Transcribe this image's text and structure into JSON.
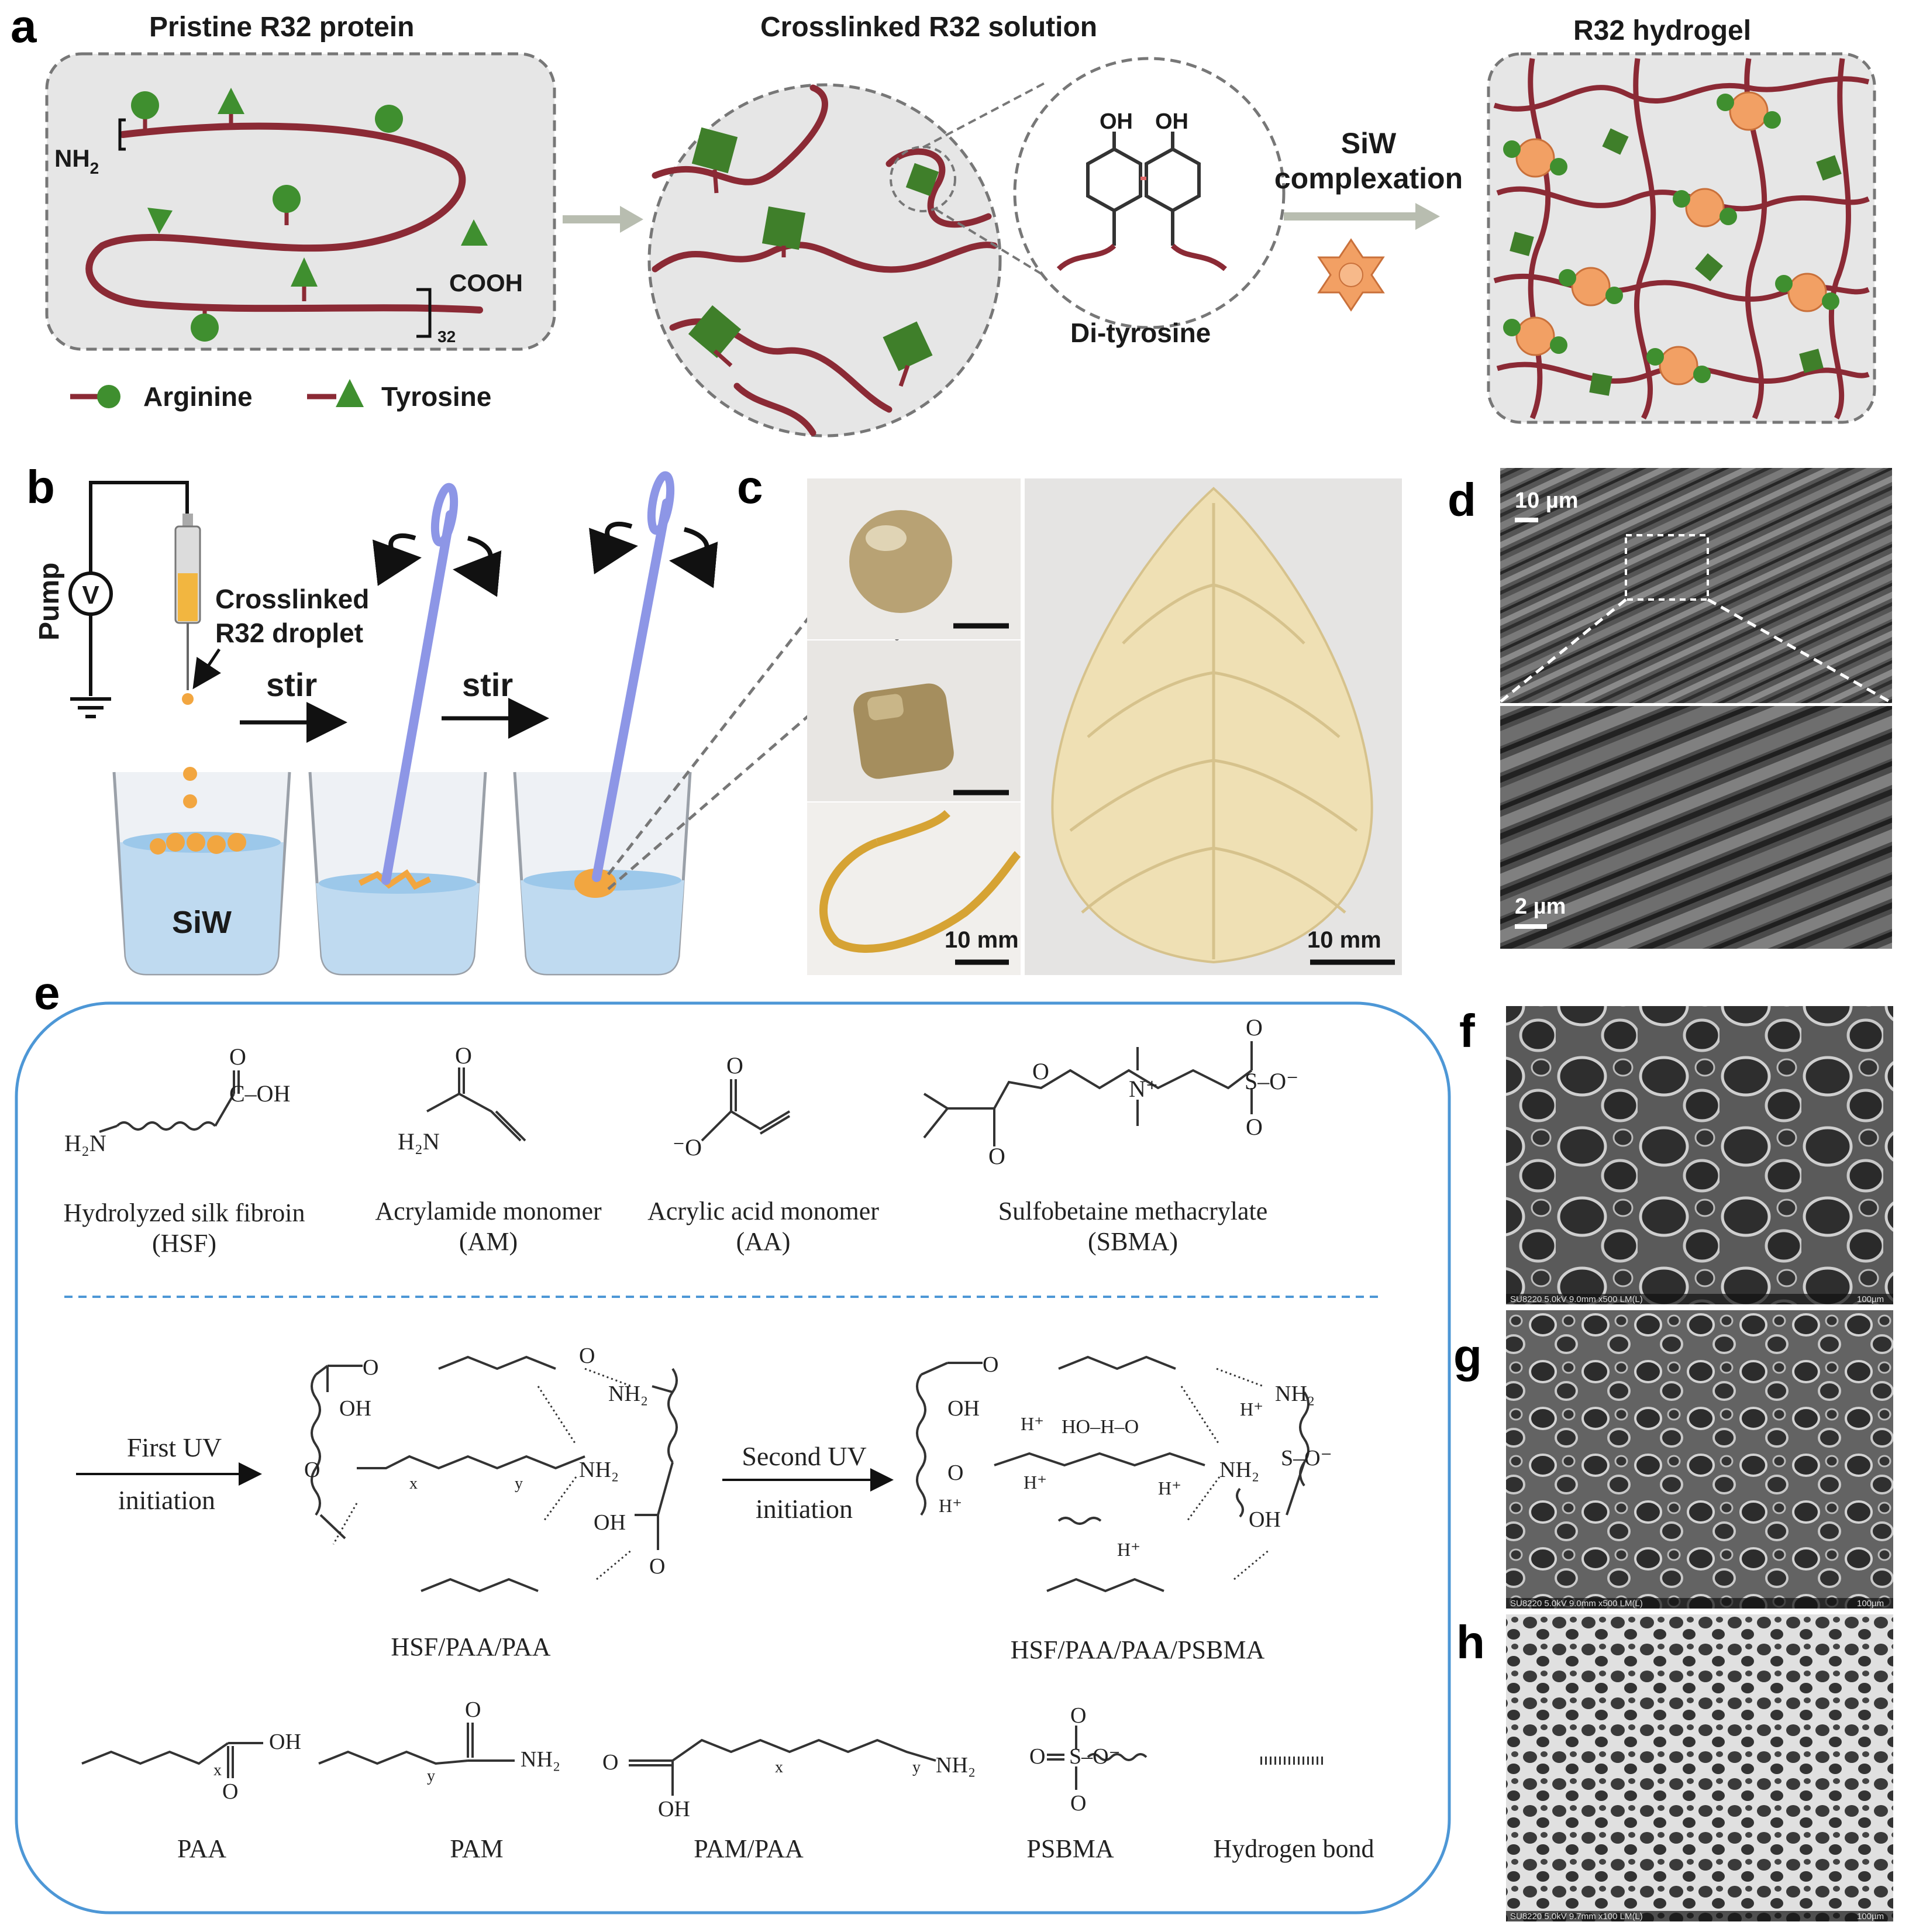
{
  "panels": {
    "a": "a",
    "b": "b",
    "c": "c",
    "d": "d",
    "e": "e",
    "f": "f",
    "g": "g",
    "h": "h"
  },
  "panel_a": {
    "title_pristine": "Pristine R32 protein",
    "title_crosslinked": "Crosslinked R32 solution",
    "title_hydrogel": "R32 hydrogel",
    "nh2": "NH",
    "nh2_sub": "2",
    "cooh": "COOH",
    "repeat_sub": "32",
    "legend_arginine": "Arginine",
    "legend_tyrosine": "Tyrosine",
    "oh_left": "OH",
    "oh_right": "OH",
    "dityrosine": "Di-tyrosine",
    "siw_line1": "SiW",
    "siw_line2": "complexation"
  },
  "panel_b": {
    "pump": "Pump",
    "voltage": "V",
    "droplet_line1": "Crosslinked",
    "droplet_line2": "R32 droplet",
    "stir1": "stir",
    "stir2": "stir",
    "siw": "SiW"
  },
  "panel_c": {
    "scale_left": "10 mm",
    "scale_right": "10 mm"
  },
  "panel_d": {
    "scale_top": "10 µm",
    "scale_bottom": "2 µm"
  },
  "panel_e": {
    "hsf_oh": "C–OH",
    "hsf_o": "O",
    "hsf_h2n": "H₂N",
    "am_o": "O",
    "am_h2n": "H₂N",
    "aa_o": "O",
    "aa_o_minus": "⁻O",
    "sbma_o1": "O",
    "sbma_o2": "O",
    "sbma_o3": "O",
    "sbma_o4": "O",
    "sbma_n": "N⁺",
    "sbma_s": "S–O⁻",
    "name_hsf_1": "Hydrolyzed silk fibroin",
    "name_hsf_2": "(HSF)",
    "name_am_1": "Acrylamide monomer",
    "name_am_2": "(AM)",
    "name_aa_1": "Acrylic acid monomer",
    "name_aa_2": "(AA)",
    "name_sbma_1": "Sulfobetaine methacrylate",
    "name_sbma_2": "(SBMA)",
    "first_uv_1": "First UV",
    "first_uv_2": "initiation",
    "second_uv_1": "Second UV",
    "second_uv_2": "initiation",
    "product_1": "HSF/PAA/PAA",
    "product_2": "HSF/PAA/PAA/PSBMA",
    "hplus": "H⁺",
    "water": "HO–H–O",
    "legend_paa": "PAA",
    "legend_pam": "PAM",
    "legend_pampaa": "PAM/PAA",
    "legend_psbma": "PSBMA",
    "legend_hbond": "Hydrogen bond",
    "oh": "OH",
    "nh2": "NH₂",
    "o": "O",
    "x": "x",
    "y": "y"
  },
  "sem_captions": {
    "f": "SU8220 5.0kV 9.0mm x500 LM(L)",
    "f_scale": "100µm",
    "g": "SU8220 5.0kV 9.0mm x500 LM(L)",
    "g_scale": "100µm",
    "h": "SU8220 5.0kV 9.7mm x100 LM(L)",
    "h_scale": "100µm"
  },
  "colors": {
    "chain": "#8b2a35",
    "arginine": "#3f8f2f",
    "tyrosine": "#3f8f2f",
    "box_fill": "#e6e6e6",
    "arrow": "#b8bdb0",
    "stir_rod": "#8d96e6",
    "siw": "#f2a064",
    "frame_e": "#4d97d6"
  }
}
